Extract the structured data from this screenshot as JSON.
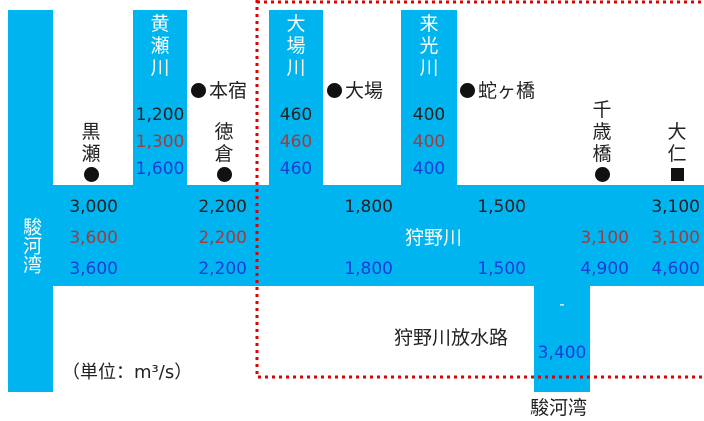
{
  "unit": "（単位：m³/s）",
  "bays": {
    "left": "駿河湾",
    "bottom": "駿河湾"
  },
  "rivers": {
    "main": "狩野川",
    "floodway": "狩野川放水路",
    "kise": "黄瀬川",
    "oba": "大場川",
    "raiko": "来光川"
  },
  "places": {
    "kurose": "黒瀬",
    "tokura": "徳倉",
    "honjuku": "本宿",
    "oba": "大場",
    "jagahashi": "蛇ヶ橋",
    "chitosebashi": "千歳橋",
    "ohito": "大仁"
  },
  "flows": {
    "kurose": [
      "3,000",
      "3,600",
      "3,600"
    ],
    "tokura": [
      "2,200",
      "2,200",
      "2,200"
    ],
    "oba_main": [
      "1,800",
      "1,800"
    ],
    "jagahashi_main": [
      "1,500",
      "1,500"
    ],
    "chitosebashi": [
      "3,100",
      "4,900"
    ],
    "ohito": [
      "3,100",
      "3,100",
      "4,600"
    ],
    "kise": [
      "1,200",
      "1,300",
      "1,600"
    ],
    "oba_trib": [
      "460",
      "460",
      "460"
    ],
    "raiko": [
      "400",
      "400",
      "400"
    ],
    "floodway": [
      "-",
      "3,400"
    ]
  },
  "colors": {
    "river": "#00b4ef",
    "boundary": "#e00000",
    "row1": "#222222",
    "row2": "#a23b3b",
    "row3": "#1a3fd8"
  }
}
